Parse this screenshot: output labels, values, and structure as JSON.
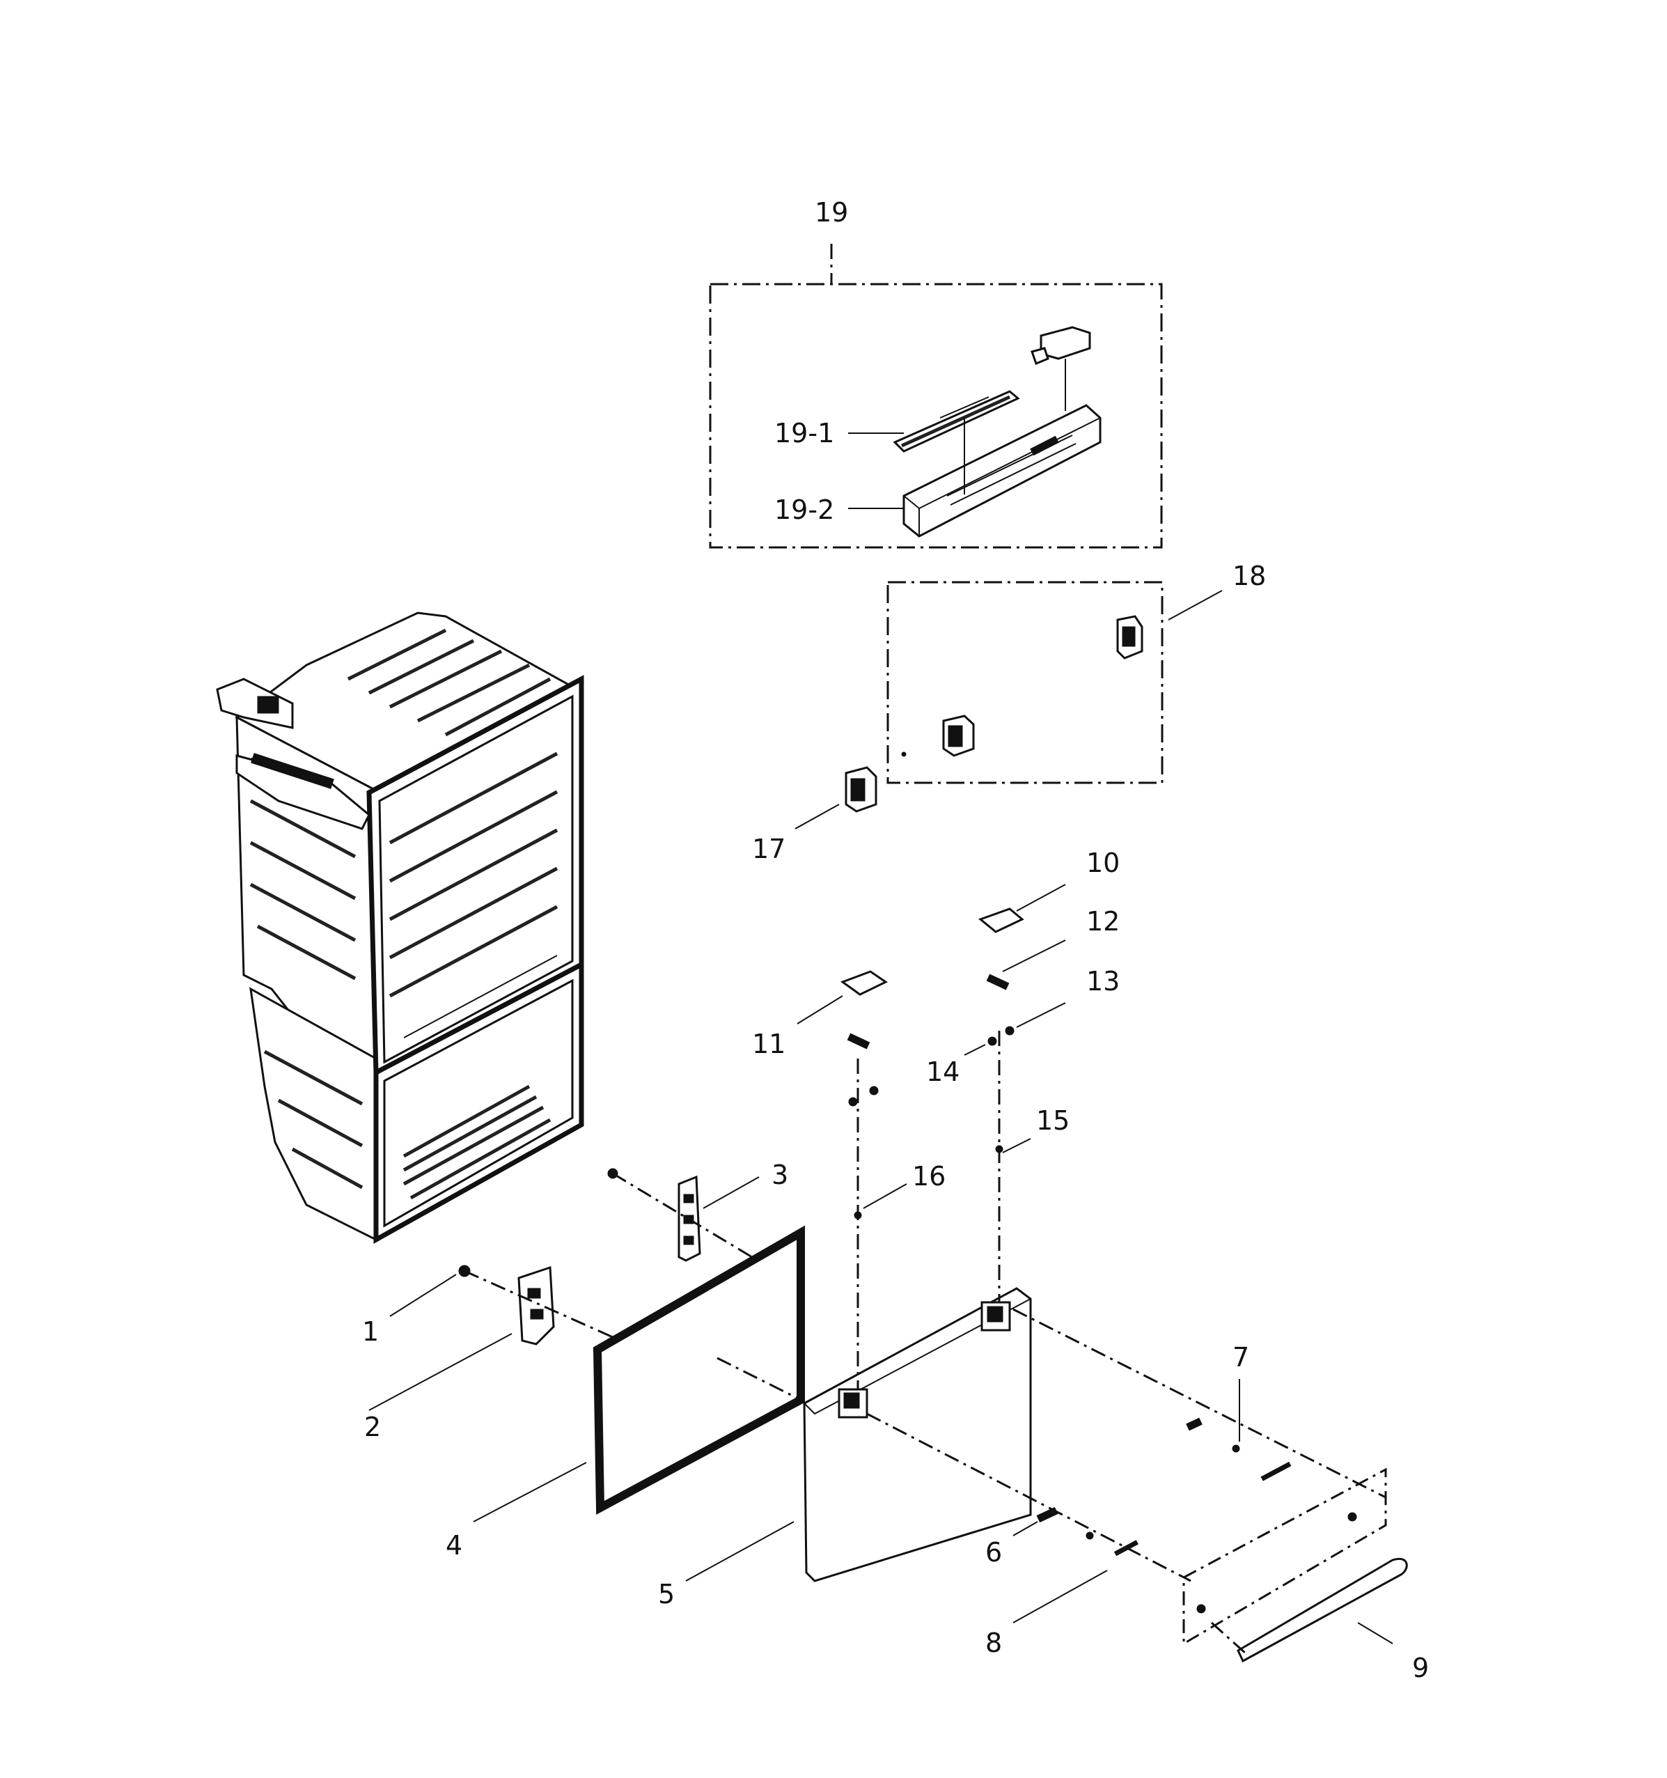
{
  "labels": {
    "l1": "1",
    "l2": "2",
    "l3": "3",
    "l4": "4",
    "l5": "5",
    "l6": "6",
    "l7": "7",
    "l8": "8",
    "l9": "9",
    "l10": "10",
    "l11": "11",
    "l12": "12",
    "l13": "13",
    "l14": "14",
    "l15": "15",
    "l16": "16",
    "l17": "17",
    "l18": "18",
    "l19": "19",
    "l19_1": "19-1",
    "l19_2": "19-2"
  }
}
